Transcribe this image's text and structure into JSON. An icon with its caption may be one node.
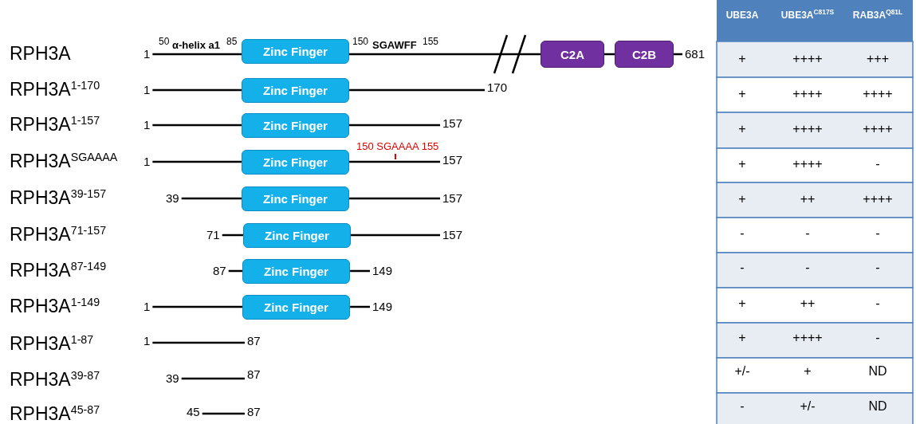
{
  "diagram": {
    "nodes": [
      {
        "text": [
          "1"
        ]
      },
      {
        "text": [
          "Zinc Finger"
        ]
      },
      {
        "text": [
          "C2A"
        ]
      },
      {
        "text": [
          "C2B"
        ]
      },
      {
        "text": [
          "681"
        ]
      },
      {
        "text": [
          "1"
        ]
      },
      {
        "text": [
          "Zinc Finger"
        ]
      },
      {
        "text": [
          "170"
        ]
      },
      {
        "text": [
          "1"
        ]
      },
      {
        "text": [
          "Zinc Finger"
        ]
      },
      {
        "text": [
          "157"
        ]
      },
      {
        "text": [
          "1"
        ]
      },
      {
        "text": [
          "Zinc Finger"
        ]
      },
      {
        "text": [
          "157"
        ]
      },
      {
        "text": [
          "39"
        ]
      },
      {
        "text": [
          "Zinc Finger"
        ]
      },
      {
        "text": [
          "157"
        ]
      },
      {
        "text": [
          "71"
        ]
      },
      {
        "text": [
          "Zinc Finger"
        ]
      },
      {
        "text": [
          "157"
        ]
      },
      {
        "text": [
          "87"
        ]
      },
      {
        "text": [
          "Zinc Finger"
        ]
      },
      {
        "text": [
          "149"
        ]
      },
      {
        "text": [
          "1"
        ]
      },
      {
        "text": [
          "Zinc Finger"
        ]
      },
      {
        "text": [
          "149"
        ]
      },
      {
        "text": [
          "1"
        ]
      },
      {
        "text": [
          "87"
        ]
      },
      {
        "text": [
          "39"
        ]
      },
      {
        "text": [
          "87"
        ]
      },
      {
        "text": [
          "45"
        ]
      },
      {
        "text": [
          "87"
        ]
      }
    ],
    "edges": [
      {
        "from": 0,
        "to": 1,
        "arrow": "none"
      },
      {
        "from": 1,
        "to": 2,
        "arrow": "none"
      },
      {
        "from": 2,
        "to": 3,
        "arrow": "none"
      },
      {
        "from": 3,
        "to": 4,
        "arrow": "none"
      },
      {
        "from": 5,
        "to": 6,
        "arrow": "none"
      },
      {
        "from": 6,
        "to": 7,
        "arrow": "none"
      },
      {
        "from": 8,
        "to": 9,
        "arrow": "none"
      },
      {
        "from": 9,
        "to": 10,
        "arrow": "none"
      },
      {
        "from": 11,
        "to": 12,
        "arrow": "none"
      },
      {
        "from": 12,
        "to": 13,
        "arrow": "none"
      },
      {
        "from": 14,
        "to": 15,
        "arrow": "none"
      },
      {
        "from": 15,
        "to": 16,
        "arrow": "none"
      },
      {
        "from": 17,
        "to": 18,
        "arrow": "none"
      },
      {
        "from": 18,
        "to": 19,
        "arrow": "none"
      },
      {
        "from": 20,
        "to": 21,
        "arrow": "none"
      },
      {
        "from": 21,
        "to": 22,
        "arrow": "none"
      },
      {
        "from": 23,
        "to": 24,
        "arrow": "none"
      },
      {
        "from": 24,
        "to": 25,
        "arrow": "none"
      },
      {
        "from": 26,
        "to": 27,
        "arrow": "none"
      },
      {
        "from": 28,
        "to": 29,
        "arrow": "none"
      },
      {
        "from": 30,
        "to": 31,
        "arrow": "none"
      }
    ],
    "labels": [
      "UBE3A",
      "UBE3A$^{C817S}$",
      "RAB3A$^{Q81L}$",
      "RPH3A",
      "50",
      "α-helix a1",
      "85",
      "150",
      "SGAWFF",
      "155",
      "+",
      "++++",
      "+++",
      "RPH3A$^{1-170}$",
      "+",
      "++++",
      "++++",
      "RPH3A$^{1-157}$",
      "+",
      "++++",
      "++++",
      "RPH3A$^{SGAAAA}$",
      "150 SGAAAA 155",
      "+",
      "++++",
      "-",
      "RPH3A$^{39-157}$",
      "+",
      "++",
      "++++",
      "RPH3A$^{71-157}$",
      "-",
      "-",
      "-",
      "RPH3A$^{87-149}$",
      "-",
      "-",
      "-",
      "RPH3A$^{1-149}$",
      "+",
      "++",
      "-",
      "RPH3A$^{1-87}$",
      "+",
      "++++",
      "-",
      "RPH3A$^{39-87}$",
      "+/-",
      "+",
      "ND",
      "RPH3A$^{45-87}$",
      "-",
      "+/-",
      "ND"
    ]
  }
}
